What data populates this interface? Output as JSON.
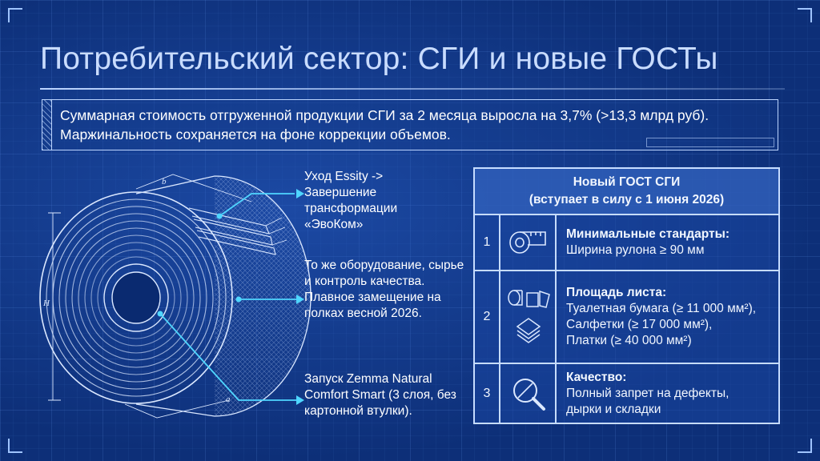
{
  "title": "Потребительский сектор: СГИ и новые ГОСТы",
  "summary": "Суммарная стоимость отгруженной продукции СГИ за 2 месяца выросла на 3,7% (>13,3 млрд руб). Маржинальность сохраняется на фоне коррекции объемов.",
  "callouts": [
    {
      "text": "Уход Essity -> Завершение трансформации «ЭвоКом»"
    },
    {
      "text": "То же оборудование, сырье и контроль качества. Плавное замещение на полках весной 2026."
    },
    {
      "text": "Запуск Zemma Natural Comfort Smart (3 слоя, без картонной втулки)."
    }
  ],
  "gost": {
    "header_line1": "Новый ГОСТ СГИ",
    "header_line2": "(вступает в силу с 1 июня 2026)",
    "rows": [
      {
        "num": "1",
        "icon": "tape-measure-icon",
        "heading": "Минимальные стандарты:",
        "lines": [
          "Ширина рулона ≥ 90 мм"
        ]
      },
      {
        "num": "2",
        "icon": "paper-products-icon",
        "heading": "Площадь листа:",
        "lines": [
          "Туалетная бумага (≥ 11 000 мм²),",
          "Салфетки (≥ 17 000 мм²),",
          "Платки (≥ 40 000 мм²)"
        ]
      },
      {
        "num": "3",
        "icon": "magnifier-no-defects-icon",
        "heading": "Качество:",
        "lines": [
          "Полный запрет на дефекты,",
          "дырки и складки"
        ]
      }
    ]
  },
  "drawing_labels": {
    "b": "b",
    "h": "H",
    "a": "a"
  },
  "colors": {
    "background": "#0d2f78",
    "line": "#c6dcff",
    "accent": "#4fd6ff",
    "text": "#ffffff"
  }
}
